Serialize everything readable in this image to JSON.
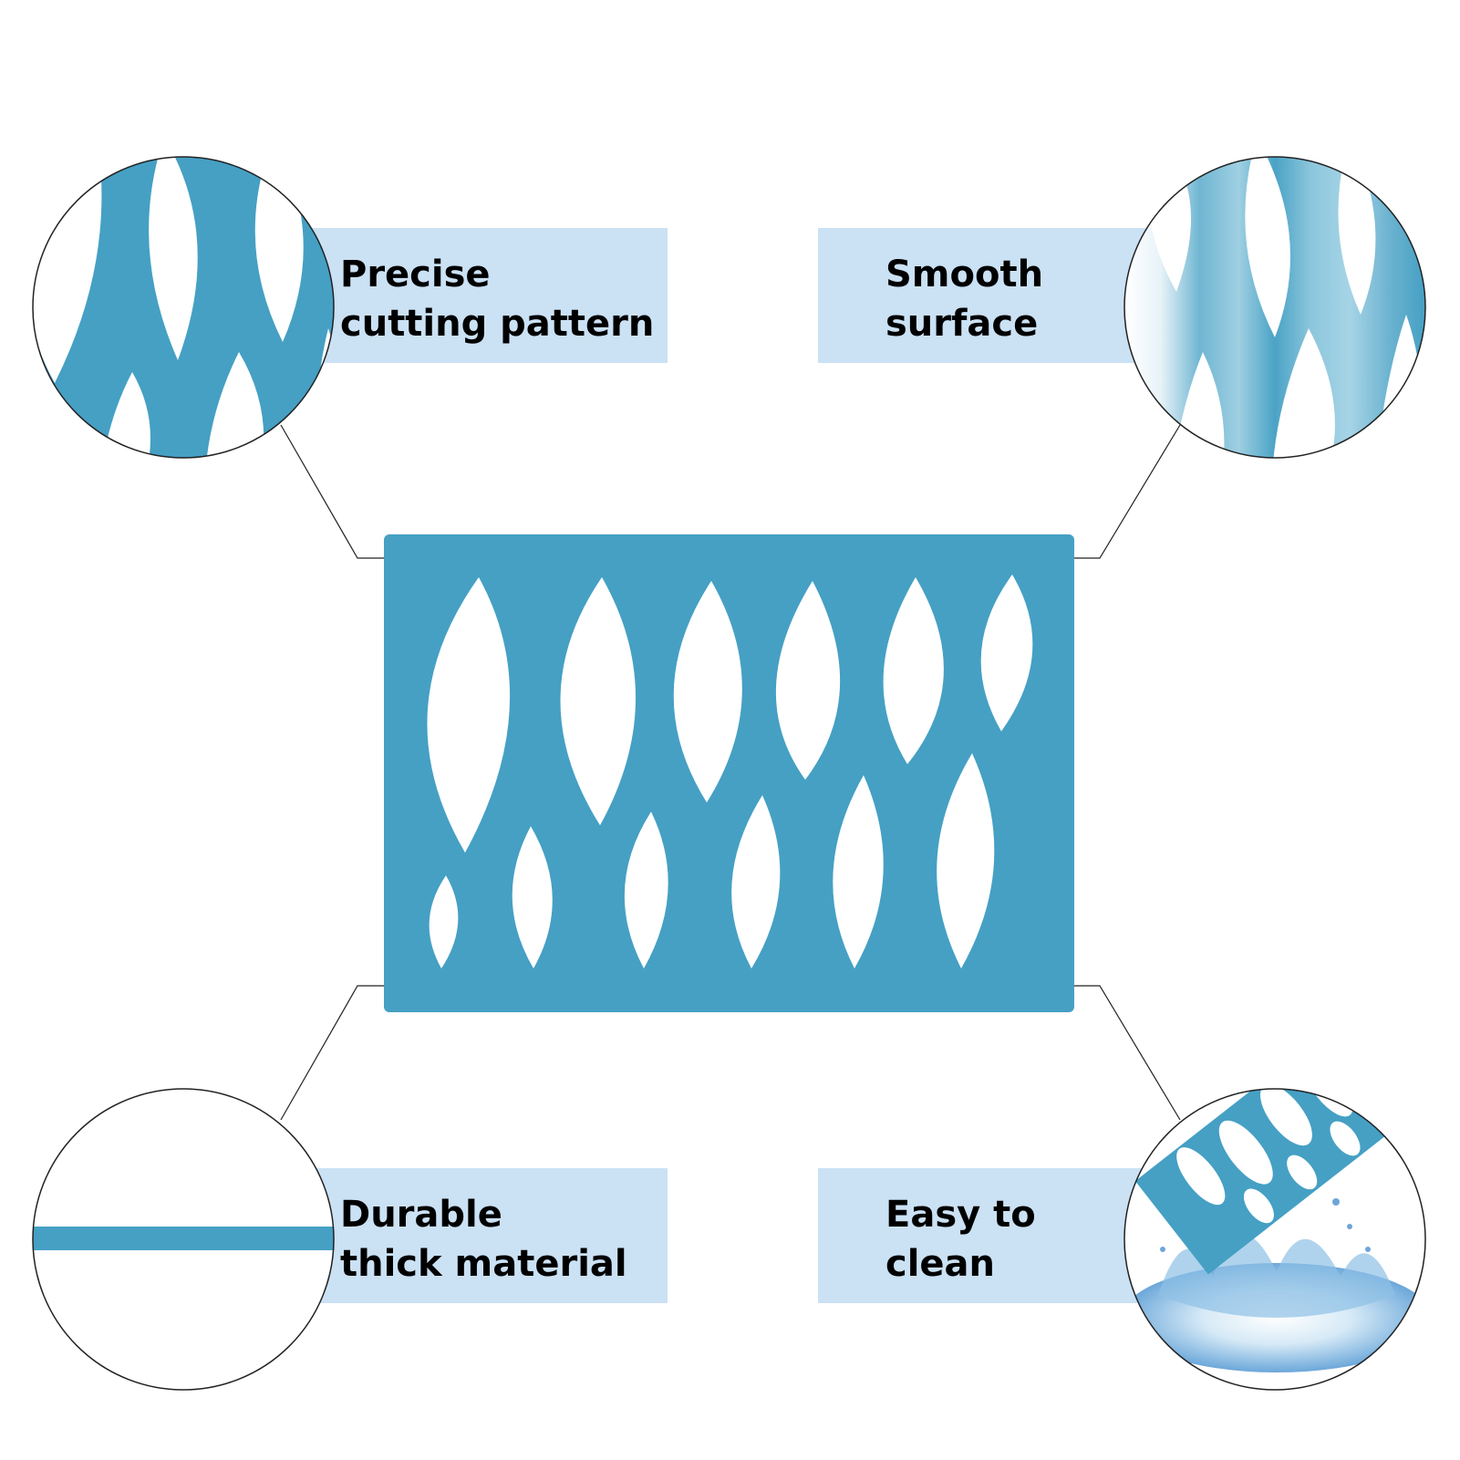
{
  "colors": {
    "stencil": "#45a0c4",
    "label_bg": "#cbe1f4",
    "text": "#000000"
  },
  "features": [
    {
      "line1": "Precise",
      "line2": "cutting pattern"
    },
    {
      "line1": "Smooth",
      "line2": "surface"
    },
    {
      "line1": "Durable",
      "line2": "thick material"
    },
    {
      "line1": "Easy to",
      "line2": "clean"
    }
  ]
}
